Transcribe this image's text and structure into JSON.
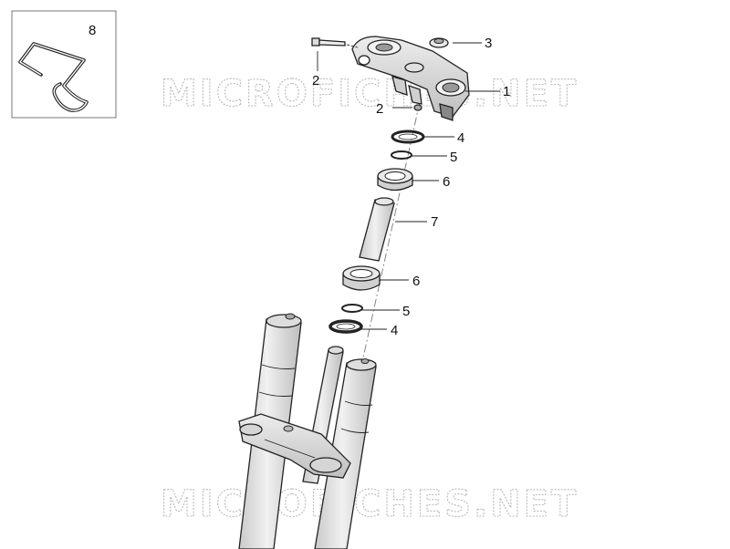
{
  "watermarks": [
    "MICROFICHES.NET",
    "MICROFICHES.NET"
  ],
  "inset": {
    "label": "8",
    "part_icon": "wire-hook-clip"
  },
  "callouts": [
    {
      "id": "c1",
      "label": "1",
      "part": "upper-triple-clamp"
    },
    {
      "id": "c2a",
      "label": "2",
      "part": "bolt"
    },
    {
      "id": "c2b",
      "label": "2",
      "part": "small-screw"
    },
    {
      "id": "c3",
      "label": "3",
      "part": "steering-nut"
    },
    {
      "id": "c4a",
      "label": "4",
      "part": "dust-seal-upper"
    },
    {
      "id": "c5a",
      "label": "5",
      "part": "washer-upper"
    },
    {
      "id": "c6a",
      "label": "6",
      "part": "bearing-upper"
    },
    {
      "id": "c7",
      "label": "7",
      "part": "spacer-tube"
    },
    {
      "id": "c6b",
      "label": "6",
      "part": "bearing-lower"
    },
    {
      "id": "c5b",
      "label": "5",
      "part": "washer-lower"
    },
    {
      "id": "c4b",
      "label": "4",
      "part": "dust-seal-lower"
    }
  ],
  "colors": {
    "line": "#222222",
    "fill": "#e6e6e6",
    "watermark": "#b9b9b9"
  }
}
